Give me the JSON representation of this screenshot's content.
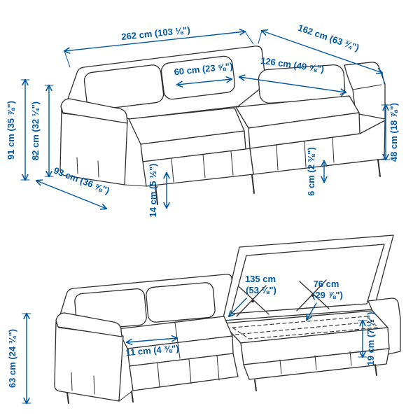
{
  "colors": {
    "dimension_blue": "#0058a3",
    "artwork_line": "#2f2f2f",
    "background": "#ffffff"
  },
  "top_view": {
    "measurements": {
      "total_width": "262 cm (103 ⅛\")",
      "total_depth_chaise": "162 cm (63 ¾\")",
      "seat_width": "60 cm (23 ⅝\")",
      "chaise_seat_length": "126 cm (49 ⅝\")",
      "total_height": "91 cm (35 ⅞\")",
      "back_height": "82 cm (32 ¼\")",
      "sofa_depth": "93 cm (36 ⅝\")",
      "clearance_under_frame": "14 cm (5 ½\")",
      "gap_detail": "6 cm (2 ⅜\")",
      "seat_height": "48 cm (18 ⅞\")"
    }
  },
  "bottom_view": {
    "measurements": {
      "storage_length_cm": "135 cm",
      "storage_length_in": "(53 ⅛\")",
      "storage_width_cm": "76 cm",
      "storage_width_in": "(29 ⅞\")",
      "frame_clearance": "11 cm (4 ⅜\")",
      "storage_depth": "19 cm (7 ½\")",
      "armrest_height": "63 cm (24 ¾\")"
    }
  }
}
